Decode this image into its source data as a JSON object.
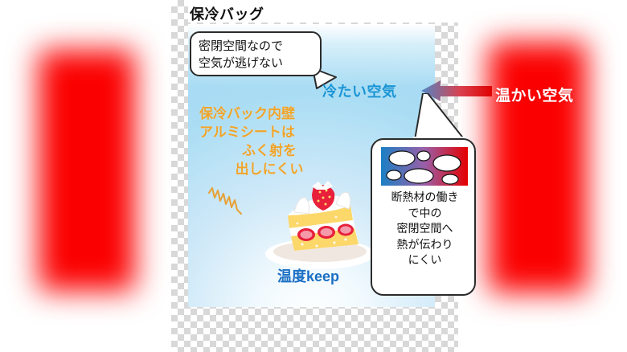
{
  "page": {
    "title": "保冷バッグ"
  },
  "thermal": {
    "warm_air_label": "温かい空気",
    "cold_air_label": "冷たい空気",
    "warm_color": "#fb0000",
    "cold_color": "#1b95d5",
    "arrow_name": "heat-flow-arrow",
    "arrow_direction": "left",
    "arrow_gradient_from": "#e00000",
    "arrow_gradient_to": "#4f86c6"
  },
  "bubbles": {
    "sealed": {
      "line1": "密閉空間なので",
      "line2": "空気が逃げない"
    },
    "insulation": {
      "line1": "断熱材の働き",
      "line2": "で中の",
      "line3": "密閉空間へ",
      "line4": "熱が伝わり",
      "line5": "にくい",
      "diagram_name": "insulation-material-diagram",
      "diagram_from": "#1b7fc4",
      "diagram_to": "#e50000"
    }
  },
  "captions": {
    "aluminium": {
      "line1": "保冷バック内壁",
      "line2": "アルミシートは",
      "line3": "ふく射を",
      "line4": "出しにくい",
      "color": "#f0a42a"
    },
    "temperature_keep": "温度keep"
  },
  "illustration": {
    "cake_name": "strawberry-shortcake-illustration",
    "radiation_name": "radiation-wave-icon"
  }
}
